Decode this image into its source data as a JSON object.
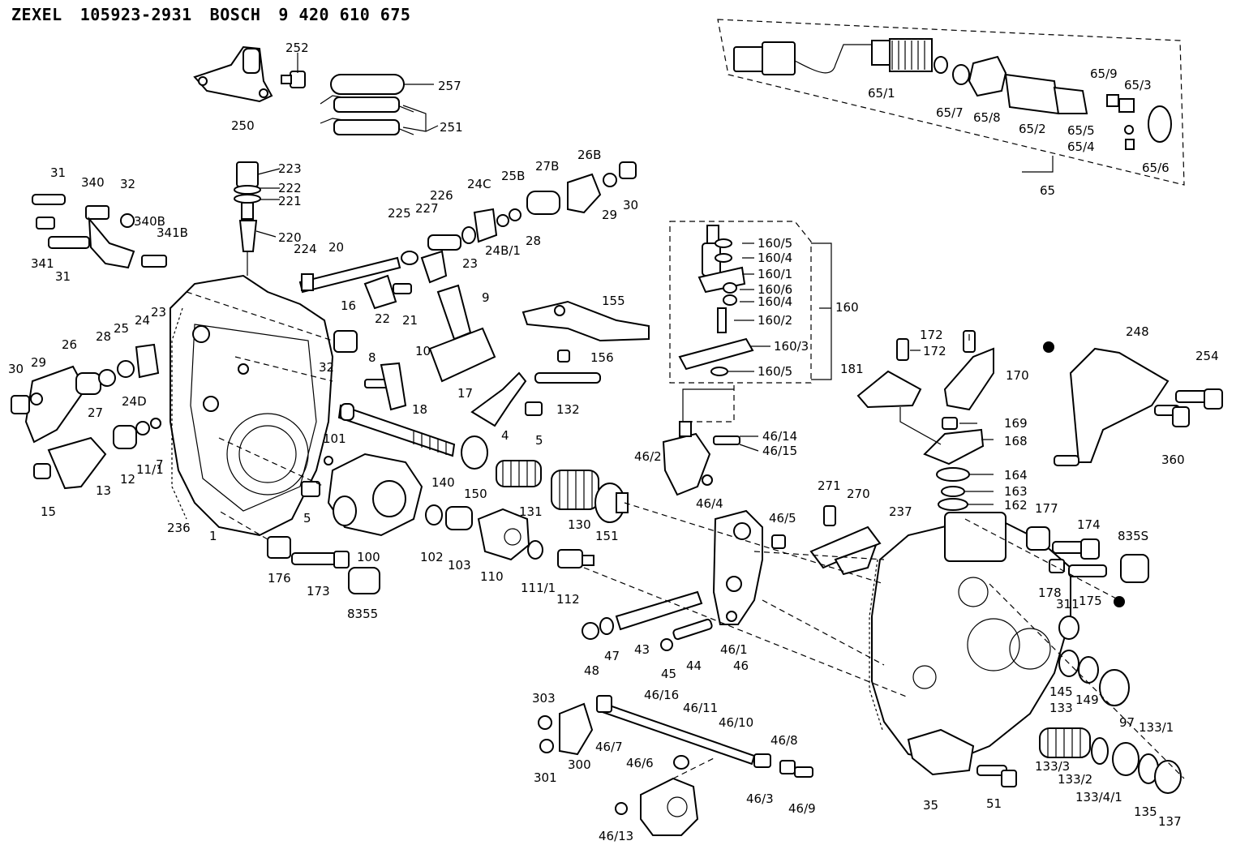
{
  "header": {
    "brand1": "ZEXEL",
    "number1": "105923-2931",
    "brand2": "BOSCH",
    "number2": "9 420 610 675"
  },
  "labels": {
    "p252": "252",
    "p257": "257",
    "p250": "250",
    "p251": "251",
    "p223": "223",
    "p222": "222",
    "p221": "221",
    "p220": "220",
    "p31a": "31",
    "p340": "340",
    "p32a": "32",
    "p340b": "340B",
    "p341b": "341B",
    "p341": "341",
    "p31b": "31",
    "p224": "224",
    "p20": "20",
    "p225": "225",
    "p227": "227",
    "p226": "226",
    "p24c": "24C",
    "p25b": "25B",
    "p27b": "27B",
    "p26b": "26B",
    "p29a": "29",
    "p30a": "30",
    "p23a": "23",
    "p24b1": "24B/1",
    "p28a": "28",
    "p22": "22",
    "p21": "21",
    "p9": "9",
    "p16": "16",
    "p10": "10",
    "p17": "17",
    "p18": "18",
    "p8": "8",
    "p32b": "32",
    "p23b": "23",
    "p24": "24",
    "p25": "25",
    "p28b": "28",
    "p26": "26",
    "p30b": "30",
    "p29b": "29",
    "p24d": "24D",
    "p27": "27",
    "p12": "12",
    "p11_1": "11/1",
    "p7": "7",
    "p13": "13",
    "p15": "15",
    "p236": "236",
    "p1": "1",
    "p101": "101",
    "p5a": "5",
    "p100": "100",
    "p140": "140",
    "p150": "150",
    "p131": "131",
    "p130": "130",
    "p151": "151",
    "p132": "132",
    "p4": "4",
    "p5b": "5",
    "p155": "155",
    "p156": "156",
    "p176": "176",
    "p173": "173",
    "p8355a": "8355",
    "p102": "102",
    "p103": "103",
    "p110": "110",
    "p111_1": "111/1",
    "p112": "112",
    "p160_5a": "160/5",
    "p160_4a": "160/4",
    "p160_1": "160/1",
    "p160_6": "160/6",
    "p160_4b": "160/4",
    "p160_2": "160/2",
    "p160_3": "160/3",
    "p160_5b": "160/5",
    "p160": "160",
    "p46_14": "46/14",
    "p46_15": "46/15",
    "p46_2": "46/2",
    "p46_4": "46/4",
    "p46_5": "46/5",
    "p46_1": "46/1",
    "p46": "46",
    "p48": "48",
    "p47": "47",
    "p43": "43",
    "p45": "45",
    "p44": "44",
    "p271": "271",
    "p270": "270",
    "p237": "237",
    "p172a": "172",
    "p172b": "172",
    "p181": "181",
    "p170": "170",
    "p169": "169",
    "p168": "168",
    "p164": "164",
    "p163": "163",
    "p162": "162",
    "p248": "248",
    "p254": "254",
    "p360": "360",
    "p177": "177",
    "p174": "174",
    "p835s": "835S",
    "p178": "178",
    "p311": "311",
    "p175": "175",
    "p145": "145",
    "p149": "149",
    "p97": "97",
    "p133": "133",
    "p133_1": "133/1",
    "p133_3": "133/3",
    "p133_2": "133/2",
    "p133_4_1": "133/4/1",
    "p135": "135",
    "p137": "137",
    "p35": "35",
    "p51": "51",
    "p65_1": "65/1",
    "p65_7": "65/7",
    "p65_8": "65/8",
    "p65_2": "65/2",
    "p65_9": "65/9",
    "p65_3": "65/3",
    "p65_5": "65/5",
    "p65_4": "65/4",
    "p65_6": "65/6",
    "p65": "65",
    "p303": "303",
    "p301": "301",
    "p300": "300",
    "p46_16": "46/16",
    "p46_11": "46/11",
    "p46_10": "46/10",
    "p46_7": "46/7",
    "p46_6": "46/6",
    "p46_8": "46/8",
    "p46_3": "46/3",
    "p46_9": "46/9",
    "p46_13": "46/13"
  }
}
